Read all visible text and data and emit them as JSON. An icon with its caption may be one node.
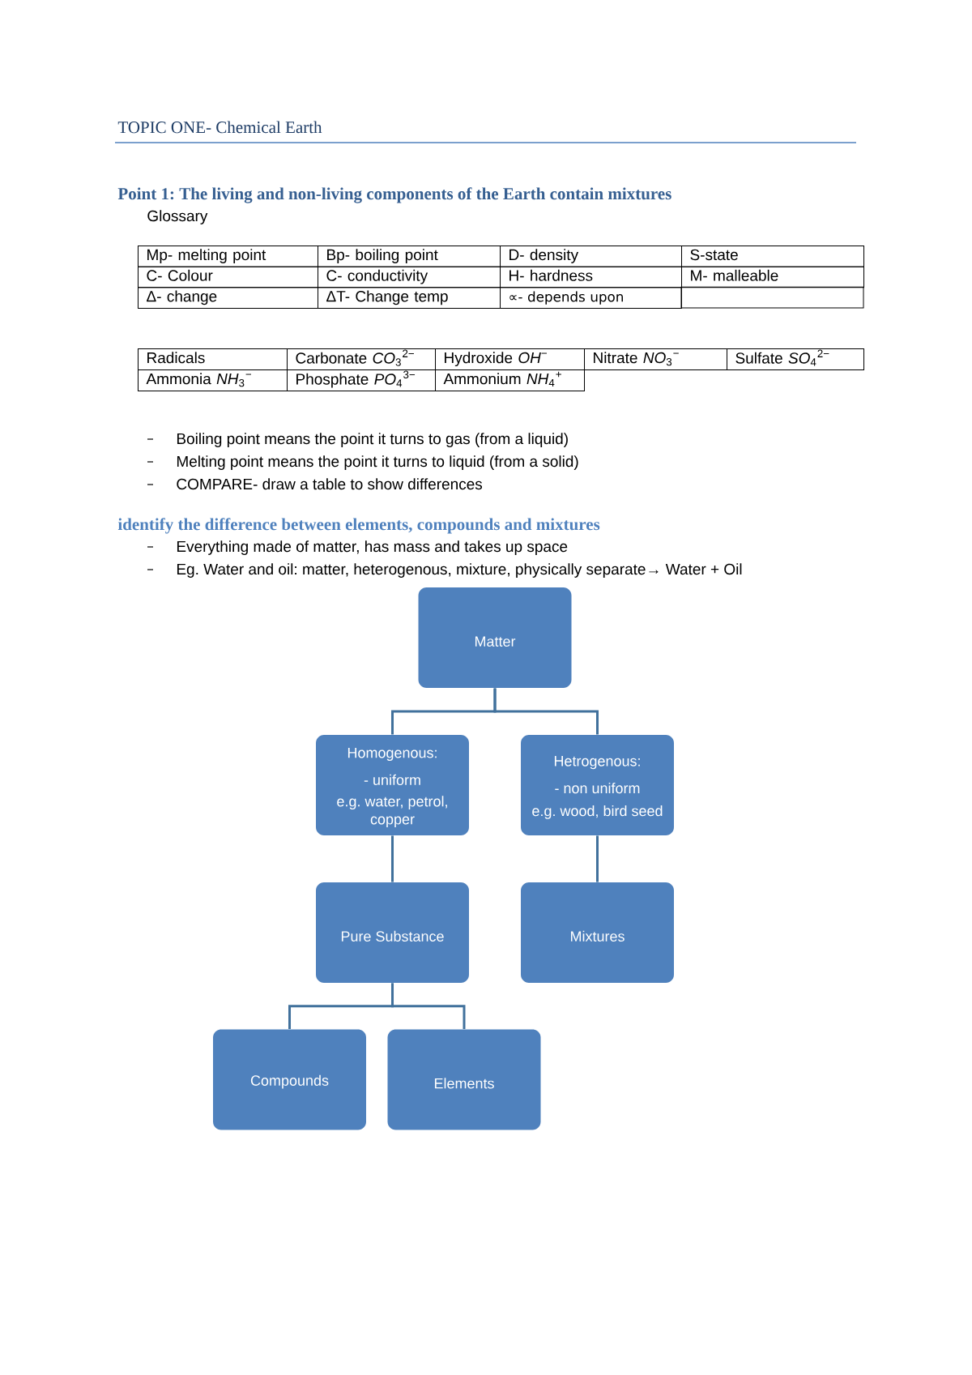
{
  "diagram": {
    "title": "TOPIC ONE- Chemical Earth",
    "nodes": [
      {
        "text": [
          "Matter"
        ]
      },
      {
        "text": [
          "Homogenous:",
          "- uniform",
          "e.g. water, petrol, copper"
        ]
      },
      {
        "text": [
          "Hetrogenous:",
          "- non uniform",
          "e.g. wood, bird seed"
        ]
      },
      {
        "text": [
          "Pure Substance"
        ]
      },
      {
        "text": [
          "Mixtures"
        ]
      },
      {
        "text": [
          "Compounds"
        ]
      },
      {
        "text": [
          "Elements"
        ]
      }
    ],
    "edges": [
      {
        "from": 0,
        "to": 1,
        "arrow": "none"
      },
      {
        "from": 0,
        "to": 2,
        "arrow": "none"
      },
      {
        "from": 1,
        "to": 3,
        "arrow": "none"
      },
      {
        "from": 2,
        "to": 4,
        "arrow": "none"
      },
      {
        "from": 3,
        "to": 5,
        "arrow": "none"
      },
      {
        "from": 3,
        "to": 6,
        "arrow": "none"
      }
    ],
    "labels": [
      "Point 1: The living and non-living components of the Earth contain mixtures",
      "Glossary",
      "Mp- melting point",
      "Bp- boiling point",
      "D- density",
      "S-state",
      "C- Colour",
      "C- conductivity",
      "H- hardness",
      "M- malleable",
      "Δ- change",
      "ΔT- Change temp",
      "∝- depends upon",
      "Radicals",
      "Carbonate *CO*$_{3}$$^{2−}$",
      "Hydroxide *OH*$^{−}$",
      "Nitrate *NO*$_{3}$$^{−}$",
      "Sulfate *SO*$_{4}$$^{2−}$",
      "Ammonia *NH*$_{3}$$^{−}$",
      "Phosphate *PO*$_{4}$$^{3−}$",
      "Ammonium *NH*$_{4}$$^{+}$",
      "Boiling point means the point it turns to gas (from a liquid)",
      "Melting point means the point it turns to liquid (from a solid)",
      "COMPARE- draw a table to show differences",
      "identify the difference between elements, compounds and mixtures",
      "Everything made of matter, has mass and takes up space",
      "Eg. Water and oil: matter, heterogenous, mixture, physically separate→ Water + Oil"
    ]
  }
}
